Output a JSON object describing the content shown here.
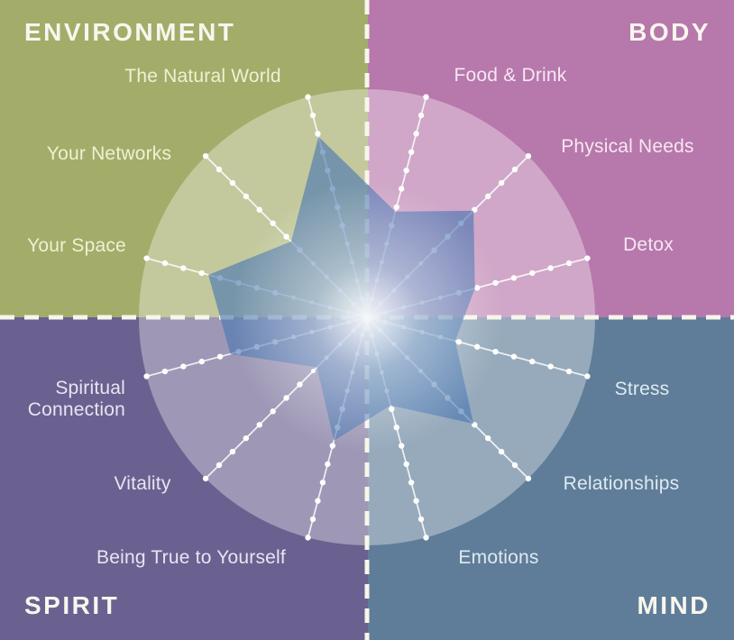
{
  "chart_data": {
    "type": "radar",
    "title": "",
    "scale": {
      "min": 0,
      "max": 10,
      "rings": 12
    },
    "legend_position": "none",
    "grid": "dotted-spokes",
    "polygon_fill": "rgba(74,119,177,0.63)",
    "wheel_overlay": "rgba(255,255,255,0.35)",
    "spoke_color": "#ffffff",
    "divider": {
      "color": "#f8f5ea",
      "width": 5,
      "dash": "16 11"
    },
    "title_color": "#f8f6ee",
    "quadrants": [
      {
        "name": "ENVIRONMENT",
        "position": "top-left",
        "color": "#a3ad69",
        "label_color": "#eff0d6",
        "categories": [
          {
            "label": "The Natural World",
            "angle": 345,
            "value": 8.2,
            "label_x": 225,
            "label_y": 85
          },
          {
            "label": "Your Networks",
            "angle": 315,
            "value": 4.7,
            "label_x": 121,
            "label_y": 171
          },
          {
            "label": "Your Space",
            "angle": 285,
            "value": 7.2,
            "label_x": 85,
            "label_y": 273
          }
        ]
      },
      {
        "name": "BODY",
        "position": "top-right",
        "color": "#b778ab",
        "label_color": "#f6e7f3",
        "categories": [
          {
            "label": "Food & Drink",
            "angle": 15,
            "value": 4.8,
            "label_x": 566,
            "label_y": 84
          },
          {
            "label": "Physical Needs",
            "angle": 45,
            "value": 6.6,
            "label_x": 696,
            "label_y": 163
          },
          {
            "label": "Detox",
            "angle": 75,
            "value": 4.9,
            "label_x": 719,
            "label_y": 272
          }
        ]
      },
      {
        "name": "MIND",
        "position": "bottom-right",
        "color": "#5f7d98",
        "label_color": "#dfeaf2",
        "categories": [
          {
            "label": "Stress",
            "angle": 105,
            "value": 4.0,
            "label_x": 712,
            "label_y": 432
          },
          {
            "label": "Relationships",
            "angle": 135,
            "value": 6.6,
            "label_x": 689,
            "label_y": 537
          },
          {
            "label": "Emotions",
            "angle": 165,
            "value": 4.0,
            "label_x": 553,
            "label_y": 619
          }
        ]
      },
      {
        "name": "SPIRIT",
        "position": "bottom-left",
        "color": "#6b6190",
        "label_color": "#e9e4f2",
        "categories": [
          {
            "label": "Being True to Yourself",
            "angle": 195,
            "value": 5.6,
            "label_x": 212,
            "label_y": 619
          },
          {
            "label": "Vitality",
            "angle": 225,
            "value": 3.1,
            "label_x": 158,
            "label_y": 537
          },
          {
            "label": "Spiritual Connection",
            "angle": 255,
            "value": 6.2,
            "label_x": 139,
            "label_y": 443,
            "anchor": "right",
            "two_line": true
          }
        ]
      }
    ]
  }
}
